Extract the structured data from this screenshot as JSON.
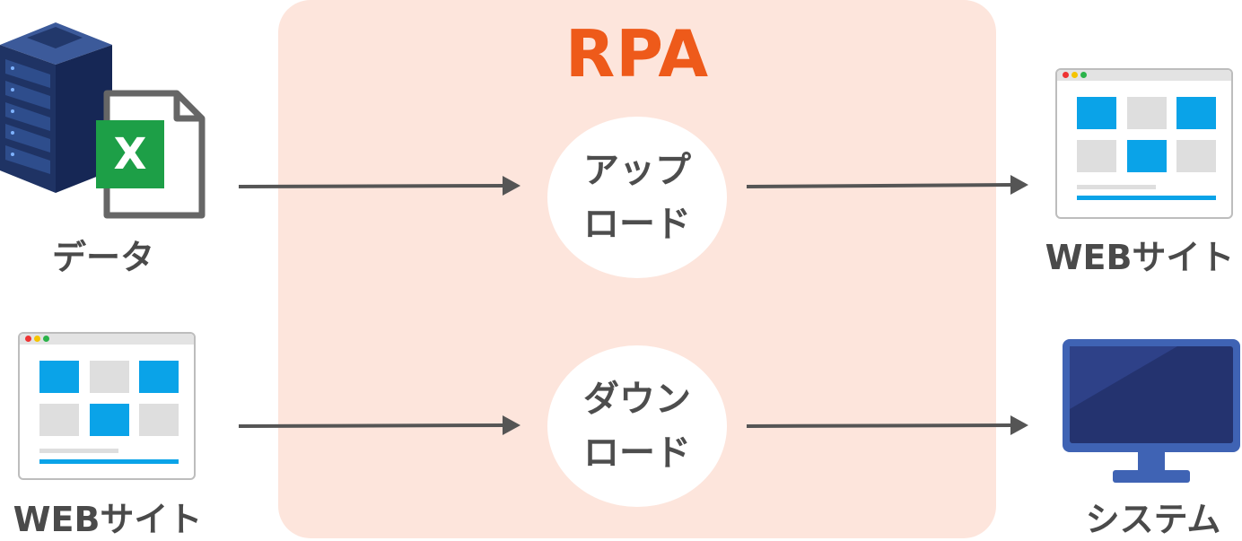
{
  "rpa": {
    "title": "RPA"
  },
  "processes": {
    "upload": {
      "line1": "アップ",
      "line2": "ロード"
    },
    "download": {
      "line1": "ダウン",
      "line2": "ロード"
    }
  },
  "sources": {
    "data": "データ",
    "website": "WEBサイト"
  },
  "targets": {
    "website": "WEBサイト",
    "system": "システム"
  },
  "icons": {
    "excel_letter": "X"
  },
  "colors": {
    "accent": "#ee5a1a",
    "panel": "#fde5dc",
    "tile_blue": "#0aa3e8",
    "tile_gray": "#dedede",
    "excel_green": "#1d9f47"
  }
}
